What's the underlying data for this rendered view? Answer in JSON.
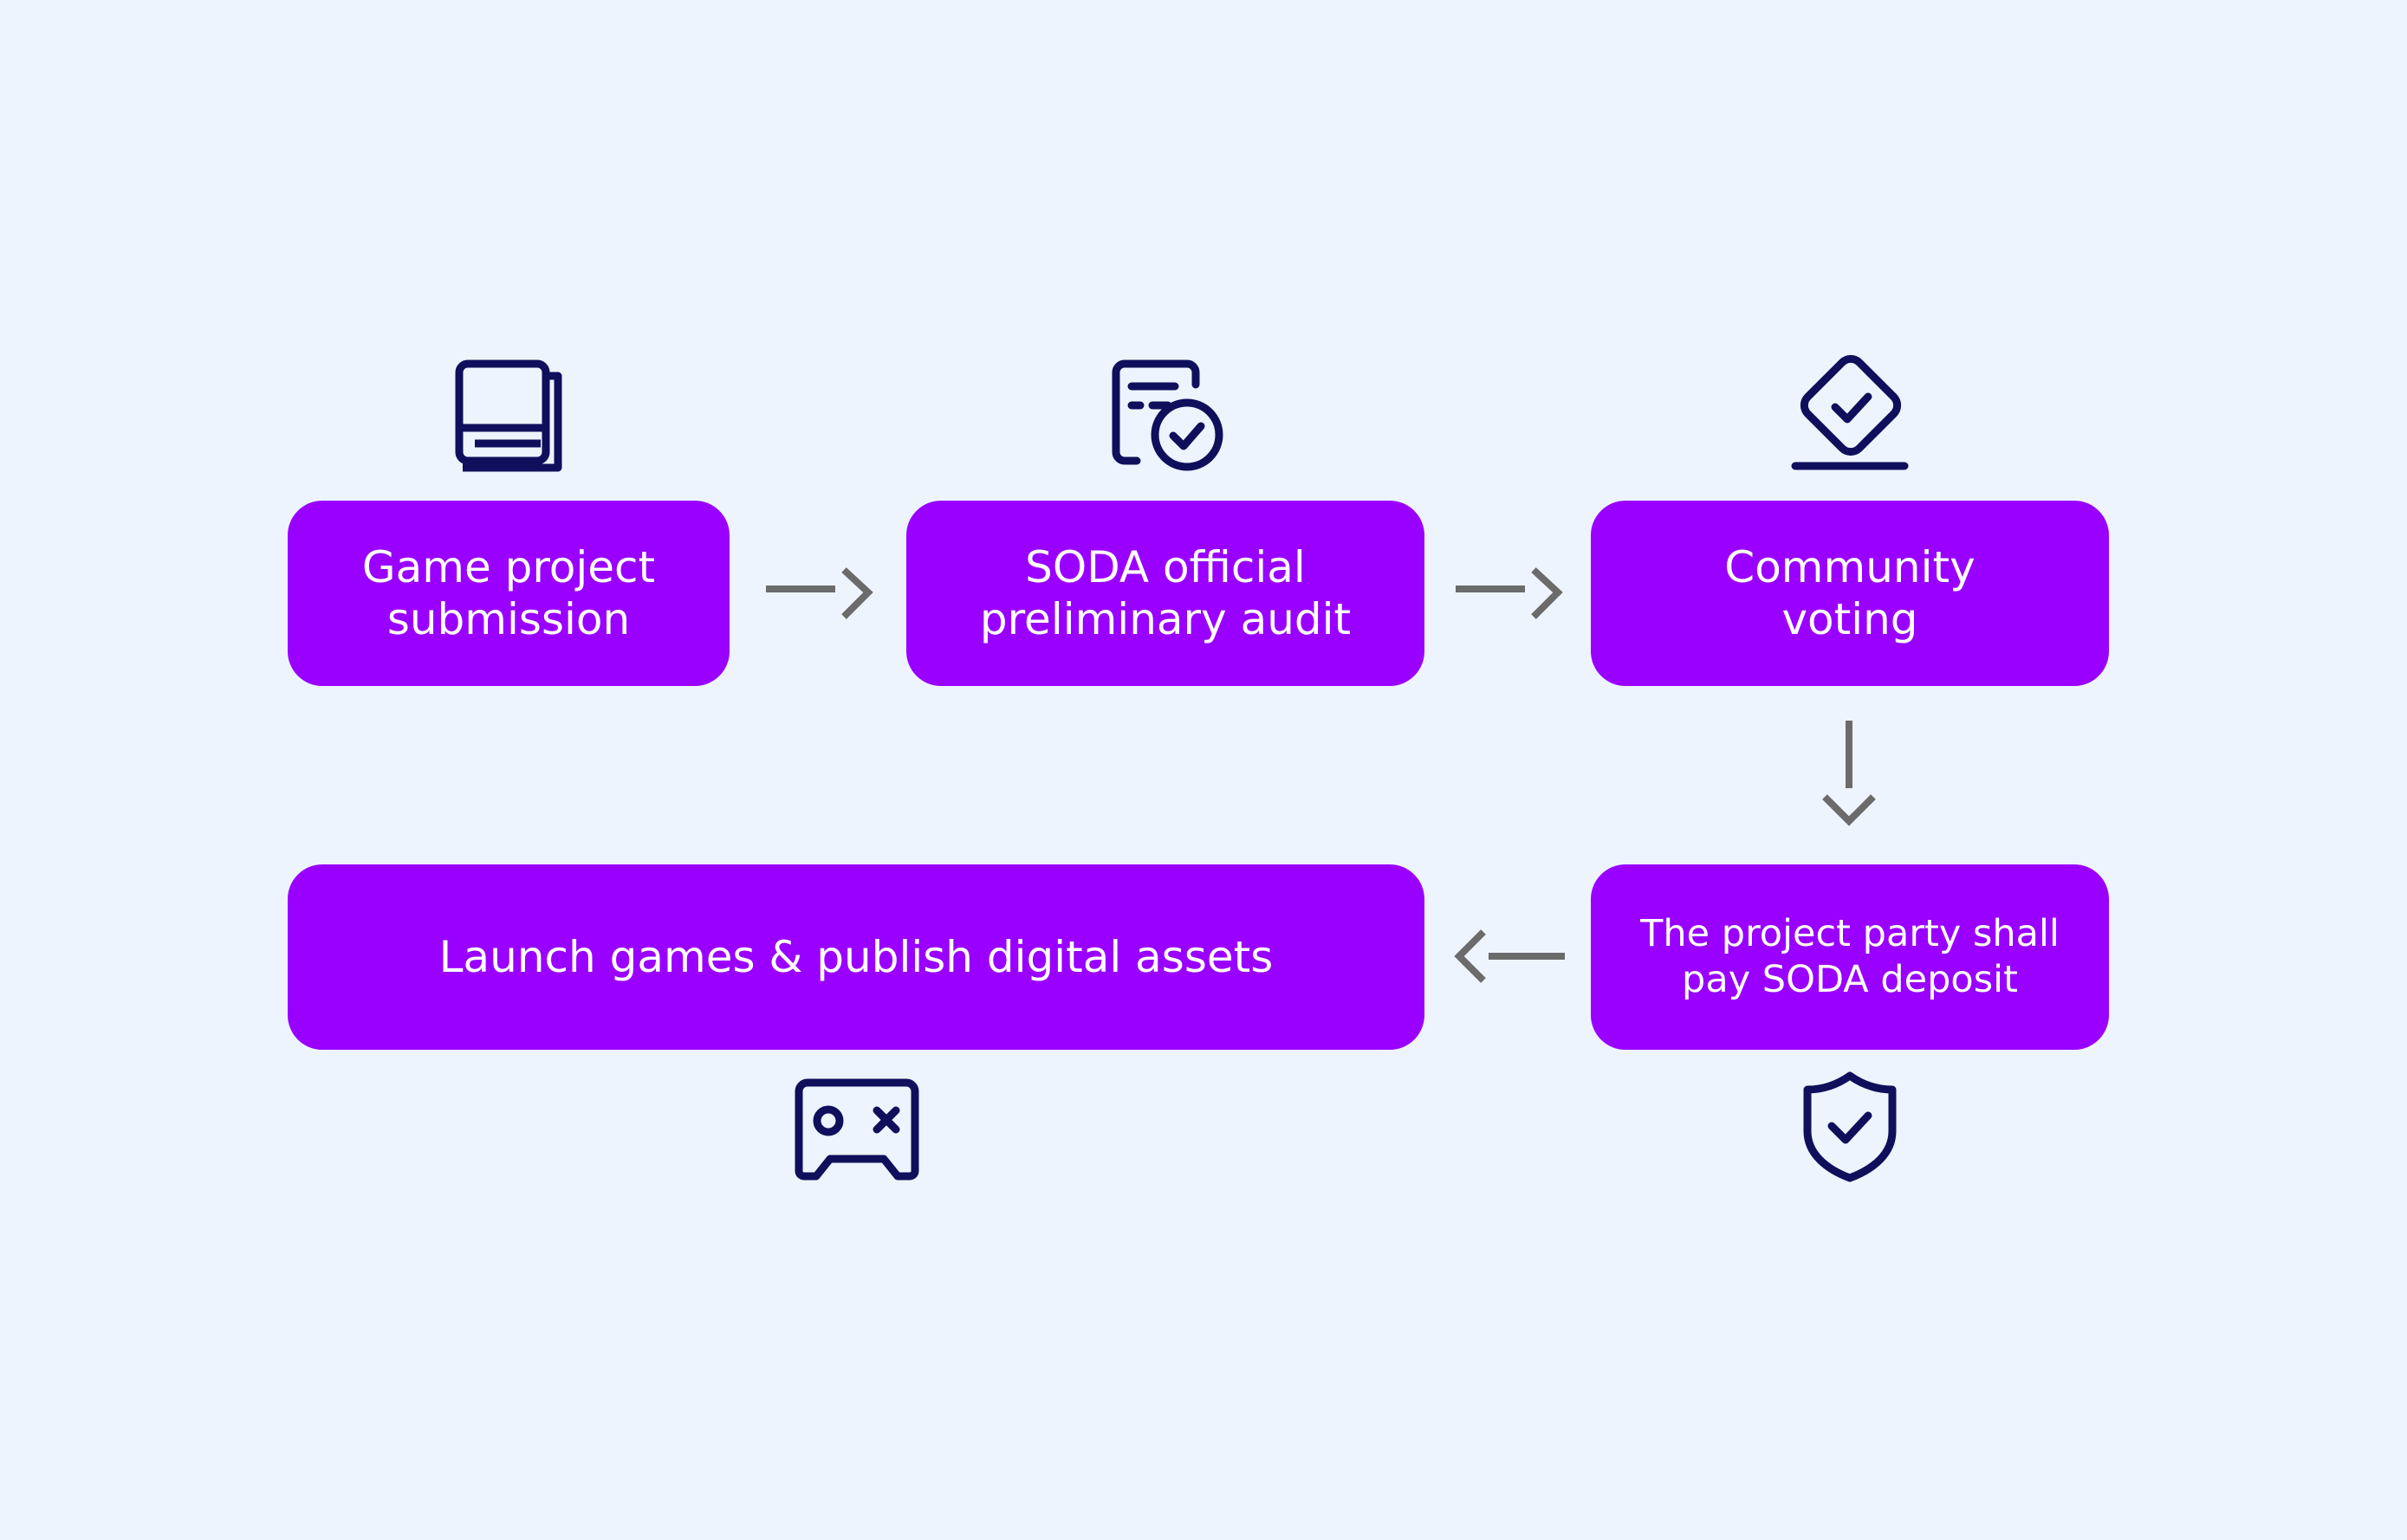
{
  "steps": {
    "submission": "Game project\nsubmission",
    "audit": "SODA official\npreliminary audit",
    "voting": "Community\nvoting",
    "deposit": "The project party shall\npay SODA deposit",
    "launch": "Launch games & publish digital assets"
  },
  "icons": {
    "submission": "book-icon",
    "audit": "document-check-icon",
    "voting": "ballot-check-icon",
    "deposit": "shield-check-icon",
    "launch": "game-controller-icon"
  },
  "colors": {
    "background": "#eef4fe",
    "box": "#9900ff",
    "box_text": "#ffffff",
    "icon": "#0f0f5c",
    "arrow": "#6b6b6b"
  }
}
